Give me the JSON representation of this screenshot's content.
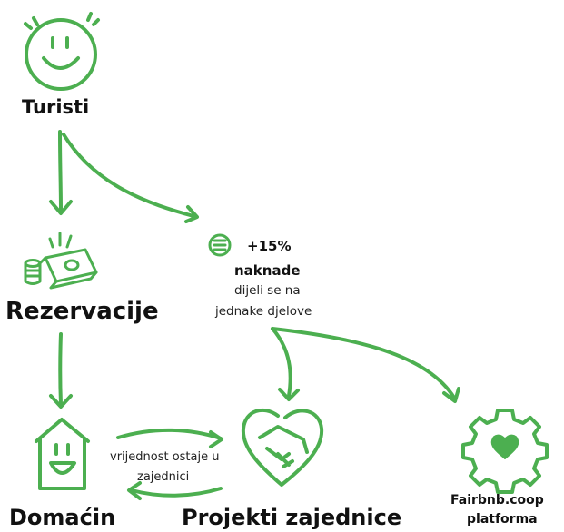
{
  "diagram": {
    "accent_color": "#4caf50",
    "nodes": {
      "tourists": {
        "label": "Turisti",
        "icon": "smiley-face-icon"
      },
      "bookings": {
        "label": "Rezervacije",
        "icon": "money-stack-icon"
      },
      "fee": {
        "icon": "coin-stack-icon",
        "amount": "+15%",
        "title": "naknade",
        "line1": "dijeli se na",
        "line2": "jednake djelove"
      },
      "host": {
        "label": "Domaćin",
        "icon": "happy-house-icon"
      },
      "projects": {
        "label": "Projekti zajednice",
        "icon": "handshake-heart-icon"
      },
      "platform": {
        "line1": "Fairbnb.coop",
        "line2": "platforma",
        "icon": "gear-heart-icon"
      }
    },
    "exchange": {
      "line1": "vrijednost ostaje u",
      "line2": "zajednici"
    }
  }
}
